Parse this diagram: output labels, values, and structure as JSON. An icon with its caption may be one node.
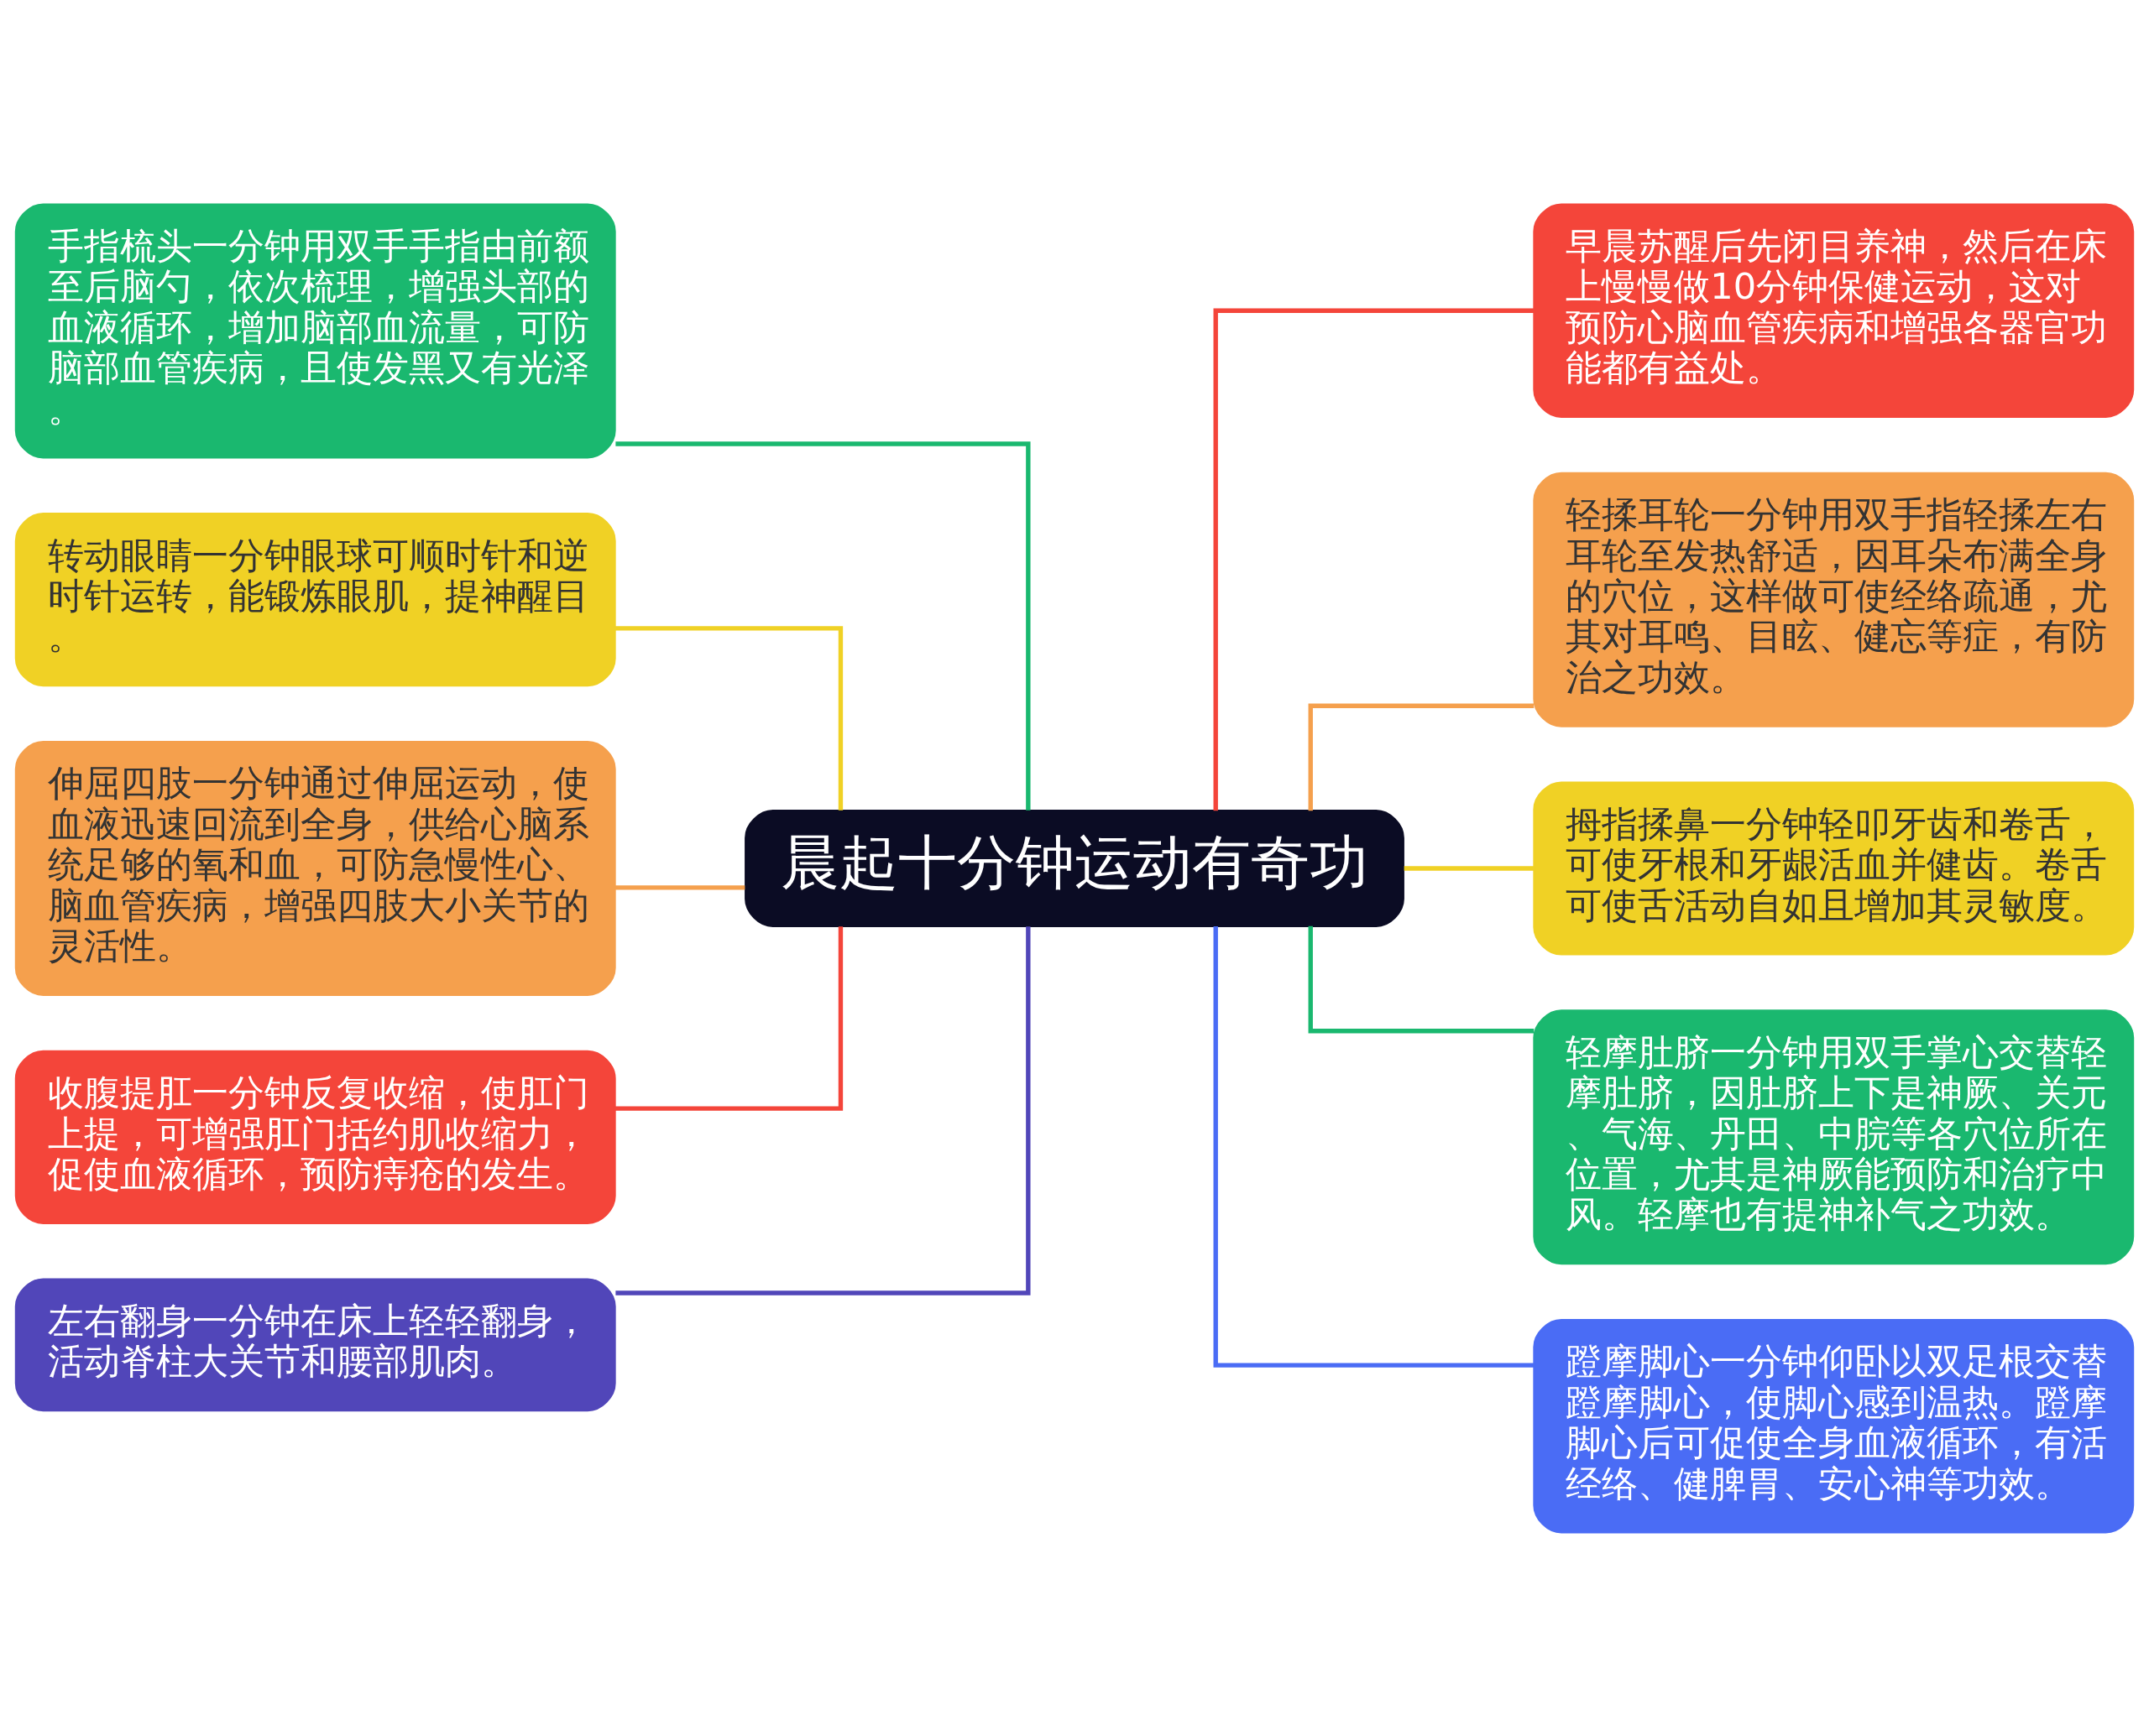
{
  "diagram": {
    "nodes": [
      {
        "text": [
          "晨起十分钟运动有奇功"
        ]
      },
      {
        "text": [
          "手指梳头一分钟用双手手指由前额至后脑勺，依次梳理，增强头部的血液循环，增加脑部血流量，可防脑部血管疾病，且使发黑又有光泽。"
        ]
      },
      {
        "text": [
          "转动眼睛一分钟眼球可顺时针和逆时针运转，能锻炼眼肌，提神醒目。"
        ]
      },
      {
        "text": [
          "伸屈四肢一分钟通过伸屈运动，使血液迅速回流到全身，供给心脑系统足够的氧和血，可防急慢性心、脑血管疾病，增强四肢大小关节的灵活性。"
        ]
      },
      {
        "text": [
          "收腹提肛一分钟反复收缩，使肛门上提，可增强肛门括约肌收缩力，促使血液循环，预防痔疮的发生。"
        ]
      },
      {
        "text": [
          "左右翻身一分钟在床上轻轻翻身，活动脊柱大关节和腰部肌肉。"
        ]
      },
      {
        "text": [
          "早晨苏醒后先闭目养神，然后在床上慢慢做10分钟保健运动，这对预防心脑血管疾病和增强各器官功能都有益处。"
        ]
      },
      {
        "text": [
          "轻揉耳轮一分钟用双手指轻揉左右耳轮至发热舒适，因耳朵布满全身的穴位，这样做可使经络疏通，尤其对耳鸣、目眩、健忘等症，有防治之功效。"
        ]
      },
      {
        "text": [
          "拇指揉鼻一分钟轻叩牙齿和卷舌，可使牙根和牙龈活血并健齿。卷舌可使舌活动自如且增加其灵敏度。"
        ]
      },
      {
        "text": [
          "轻摩肚脐一分钟用双手掌心交替轻摩肚脐，因肚脐上下是神厥、关元、气海、丹田、中脘等各穴位所在位置，尤其是神厥能预防和治疗中风。轻摩也有提神补气之功效。"
        ]
      },
      {
        "text": [
          "蹬摩脚心一分钟仰卧以双足根交替蹬摩脚心，使脚心感到温热。蹬摩脚心后可促使全身血液循环，有活经络、健脾胃、安心神等功效。"
        ]
      }
    ],
    "edges": [
      {
        "from": 0,
        "to": 1,
        "arrow": "none",
        "color": "#1ab86f"
      },
      {
        "from": 0,
        "to": 2,
        "arrow": "none",
        "color": "#f0d125"
      },
      {
        "from": 0,
        "to": 3,
        "arrow": "none",
        "color": "#f5a04d"
      },
      {
        "from": 0,
        "to": 4,
        "arrow": "none",
        "color": "#f4453a"
      },
      {
        "from": 0,
        "to": 5,
        "arrow": "none",
        "color": "#5146b9"
      },
      {
        "from": 0,
        "to": 6,
        "arrow": "none",
        "color": "#f4453a"
      },
      {
        "from": 0,
        "to": 7,
        "arrow": "none",
        "color": "#f5a04d"
      },
      {
        "from": 0,
        "to": 8,
        "arrow": "none",
        "color": "#f0d125"
      },
      {
        "from": 0,
        "to": 9,
        "arrow": "none",
        "color": "#1ab86f"
      },
      {
        "from": 0,
        "to": 10,
        "arrow": "none",
        "color": "#4a6cf5"
      }
    ]
  }
}
